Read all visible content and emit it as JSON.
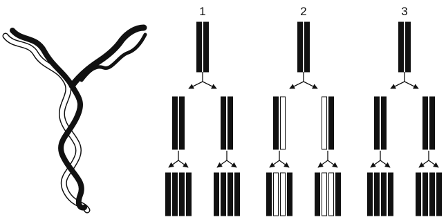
{
  "panel_labels": [
    "1",
    "2",
    "3"
  ],
  "colors": {
    "ink": "#111111",
    "paper": "#ffffff"
  },
  "models": [
    {
      "id": "1",
      "parent": [
        "dark",
        "dark"
      ],
      "gen1": [
        [
          "dark",
          "dark"
        ],
        [
          "dark",
          "dark"
        ]
      ],
      "gen2": [
        [
          "dark",
          "dark",
          "dark",
          "dark"
        ],
        [
          "dark",
          "dark",
          "dark",
          "dark"
        ]
      ]
    },
    {
      "id": "2",
      "parent": [
        "dark",
        "dark"
      ],
      "gen1": [
        [
          "dark",
          "white"
        ],
        [
          "white",
          "dark"
        ]
      ],
      "gen2": [
        [
          "dark",
          "white",
          "white",
          "dark"
        ],
        [
          "dark",
          "white",
          "white",
          "dark"
        ]
      ]
    },
    {
      "id": "3",
      "parent": [
        "dark",
        "dark"
      ],
      "gen1": [
        [
          "dark",
          "dark"
        ],
        [
          "dark",
          "dark"
        ]
      ],
      "gen2": [
        [
          "dark",
          "dark",
          "dark",
          "dark"
        ],
        [
          "dark",
          "dark",
          "dark",
          "dark"
        ]
      ]
    }
  ]
}
